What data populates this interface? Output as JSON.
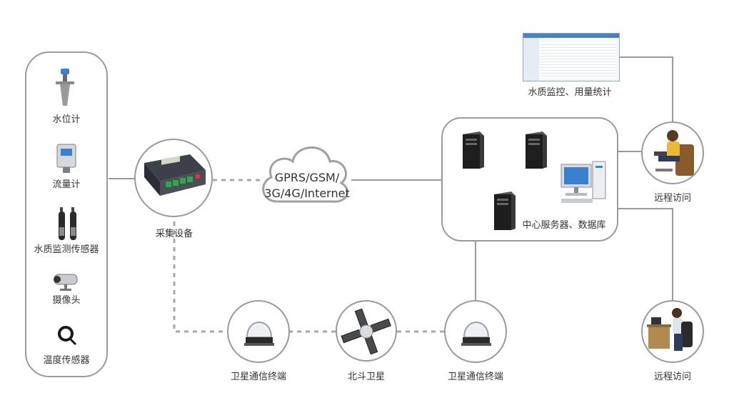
{
  "sensors": [
    {
      "label": "水位计",
      "icon": "water-level-gauge-icon"
    },
    {
      "label": "流量计",
      "icon": "flow-meter-icon"
    },
    {
      "label": "水质监测传感器",
      "icon": "water-quality-sensor-icon"
    },
    {
      "label": "摄像头",
      "icon": "camera-icon"
    },
    {
      "label": "温度传感器",
      "icon": "temperature-sensor-icon"
    }
  ],
  "collector": {
    "label": "采集设备"
  },
  "cloud": {
    "line1": "GPRS/GSM/",
    "line2": "3G/4G/Internet"
  },
  "server_group": {
    "label": "中心服务器、数据库"
  },
  "monitor": {
    "label": "水质监控、用量统计"
  },
  "remote_top": {
    "label": "远程访问"
  },
  "remote_bottom": {
    "label": "远程访问"
  },
  "satellite_terminal_left": {
    "label": "卫星通信终端"
  },
  "beidou": {
    "label": "北斗卫星"
  },
  "satellite_terminal_right": {
    "label": "卫星通信终端"
  },
  "colors": {
    "line": "#9a9a9a",
    "dashed": "#a8a8a8",
    "device_green": "#2aa84a",
    "screen_blue": "#3a7fd0"
  }
}
